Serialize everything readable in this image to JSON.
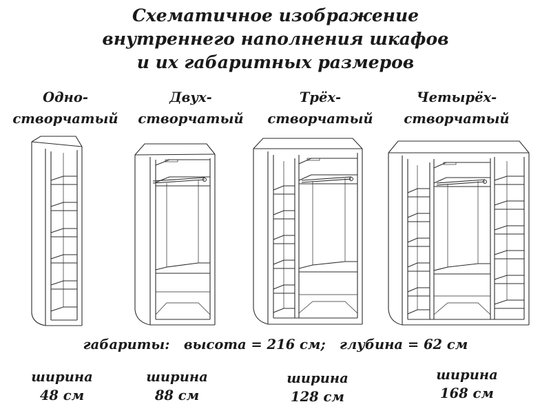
{
  "title": {
    "line1": "Схематичное изображение",
    "line2": "внутреннего наполнения шкафов",
    "line3": "и их габаритных размеров"
  },
  "wardrobes": [
    {
      "type_line1": "Одно-",
      "type_line2": "створчатый",
      "width_label": "ширина",
      "width_value": "48 см"
    },
    {
      "type_line1": "Двух-",
      "type_line2": "створчатый",
      "width_label": "ширина",
      "width_value": "88 см"
    },
    {
      "type_line1": "Трёх-",
      "type_line2": "створчатый",
      "width_label": "ширина",
      "width_value": "128 см"
    },
    {
      "type_line1": "Четырёх-",
      "type_line2": "створчатый",
      "width_label": "ширина",
      "width_value": "168 см"
    }
  ],
  "dimensions": {
    "label": "габариты:",
    "height": "высота = 216 см;",
    "depth": "глубина = 62 см"
  }
}
